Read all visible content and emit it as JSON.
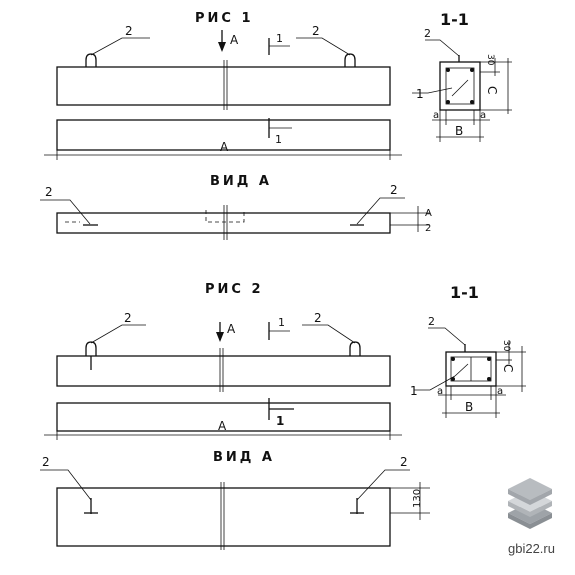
{
  "figure1": {
    "title": "РИС 1",
    "section_title": "1-1",
    "view_title": "ВИД А",
    "arrow_label": "А",
    "length_label": "А",
    "cut_label_top": "1",
    "cut_label_bottom": "1",
    "callout_2": "2",
    "callout_1": "1",
    "dim_30": "30",
    "dim_c": "С",
    "dim_a": "a",
    "dim_b": "В",
    "view_dim_top": "А",
    "view_dim_bottom": "2"
  },
  "figure2": {
    "title": "РИС 2",
    "section_title": "1-1",
    "view_title": "ВИД А",
    "arrow_label": "А",
    "length_label": "А",
    "cut_label_top": "1",
    "cut_label_bottom": "1",
    "callout_2": "2",
    "callout_1": "1",
    "dim_30": "30",
    "dim_c": "С",
    "dim_a": "a",
    "dim_b": "В",
    "view_dim": "130"
  },
  "watermark": {
    "text": "gbi22.ru",
    "logo_colors": [
      "#b8bcc0",
      "#d4d7da",
      "#9ea3a8"
    ]
  }
}
